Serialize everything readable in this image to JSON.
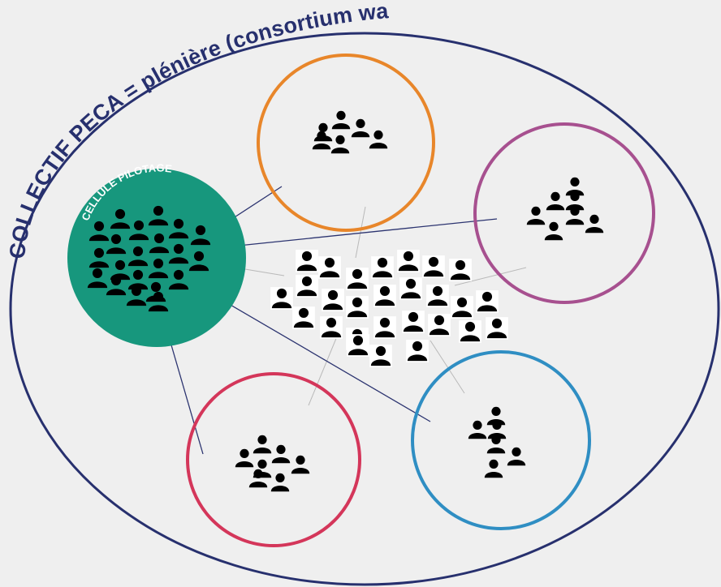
{
  "title": "COLLECTIF PECA = plénière (consortium wapi)",
  "pilot_cell": {
    "label": "CELLULE PILOTAGE",
    "color": "#17977d"
  },
  "colors": {
    "outer_border": "#27306e",
    "title_text": "#27306e",
    "link_line": "#2c3470",
    "faint_line": "#b9b9b9",
    "person": "#000000"
  },
  "groups": [
    {
      "name": "orange",
      "color": "#e8862a"
    },
    {
      "name": "purple",
      "color": "#a7508f"
    },
    {
      "name": "red",
      "color": "#d4365a"
    },
    {
      "name": "blue",
      "color": "#2f8ec3"
    }
  ],
  "icons": {
    "person": "person-icon"
  }
}
